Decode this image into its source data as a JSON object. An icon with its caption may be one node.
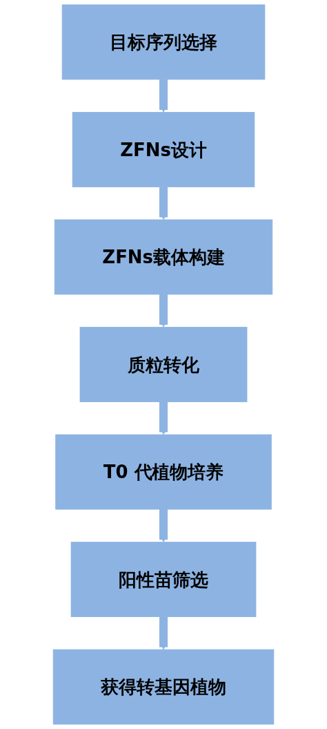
{
  "diagram": {
    "nodes": [
      {
        "text": [
          "目标序列选择"
        ]
      },
      {
        "text": [
          "ZFNs设计"
        ]
      },
      {
        "text": [
          "ZFNs载体构建"
        ]
      },
      {
        "text": [
          "质粒转化"
        ]
      },
      {
        "text": [
          "T0 代植物培养"
        ]
      },
      {
        "text": [
          "阳性苗筛选"
        ]
      },
      {
        "text": [
          "获得转基因植物"
        ]
      }
    ],
    "edges": [
      {
        "from": 0,
        "to": 1,
        "arrow": "to"
      },
      {
        "from": 1,
        "to": 2,
        "arrow": "to"
      },
      {
        "from": 2,
        "to": 3,
        "arrow": "to"
      },
      {
        "from": 3,
        "to": 4,
        "arrow": "to"
      },
      {
        "from": 4,
        "to": 5,
        "arrow": "to"
      },
      {
        "from": 5,
        "to": 6,
        "arrow": "to"
      }
    ]
  }
}
